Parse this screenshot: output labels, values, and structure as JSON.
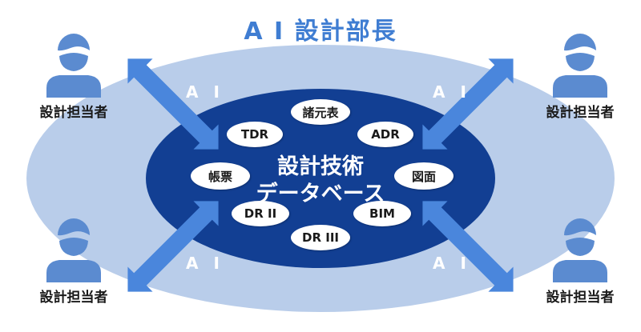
{
  "title": "A I 設計部長",
  "database": {
    "line1": "設計技術",
    "line2": "データベース"
  },
  "nodes": {
    "shogen": "諸元表",
    "tdr": "TDR",
    "adr": "ADR",
    "chohyo": "帳票",
    "zumen": "図面",
    "dr2": "DR II",
    "bim": "BIM",
    "dr3": "DR III"
  },
  "ai_label": "A I",
  "engineers": [
    {
      "role": "設計担当者"
    },
    {
      "role": "設計担当者"
    },
    {
      "role": "設計担当者"
    },
    {
      "role": "設計担当者"
    }
  ],
  "colors": {
    "title": "#3f7dd2",
    "outer_ellipse": "#b9cdea",
    "inner_ellipse": "#123f93",
    "arrow": "#4a86dc",
    "person": "#5b8bd0"
  }
}
